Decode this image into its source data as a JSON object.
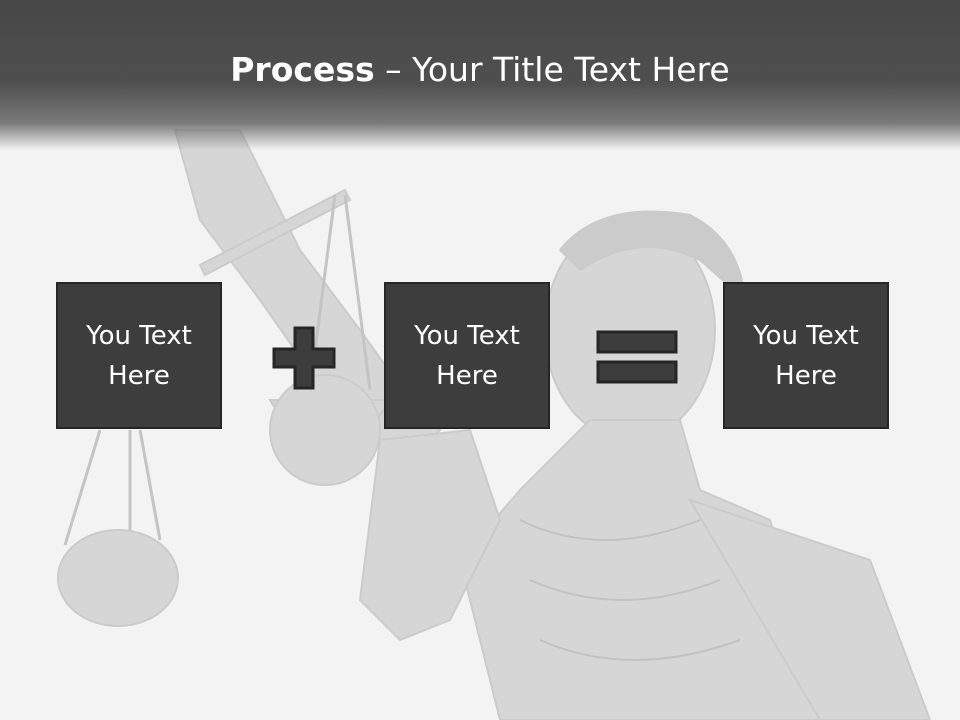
{
  "slide": {
    "title_bold": "Process",
    "title_rest": " – Your Title Text Here",
    "boxes": [
      {
        "text": "You Text Here"
      },
      {
        "text": "You Text Here"
      },
      {
        "text": "You Text Here"
      }
    ],
    "operators": [
      "plus-icon",
      "equals-icon"
    ],
    "colors": {
      "header": "#4a4a4a",
      "box": "#3d3d3d",
      "box_border": "#262626",
      "text": "#ffffff"
    }
  }
}
